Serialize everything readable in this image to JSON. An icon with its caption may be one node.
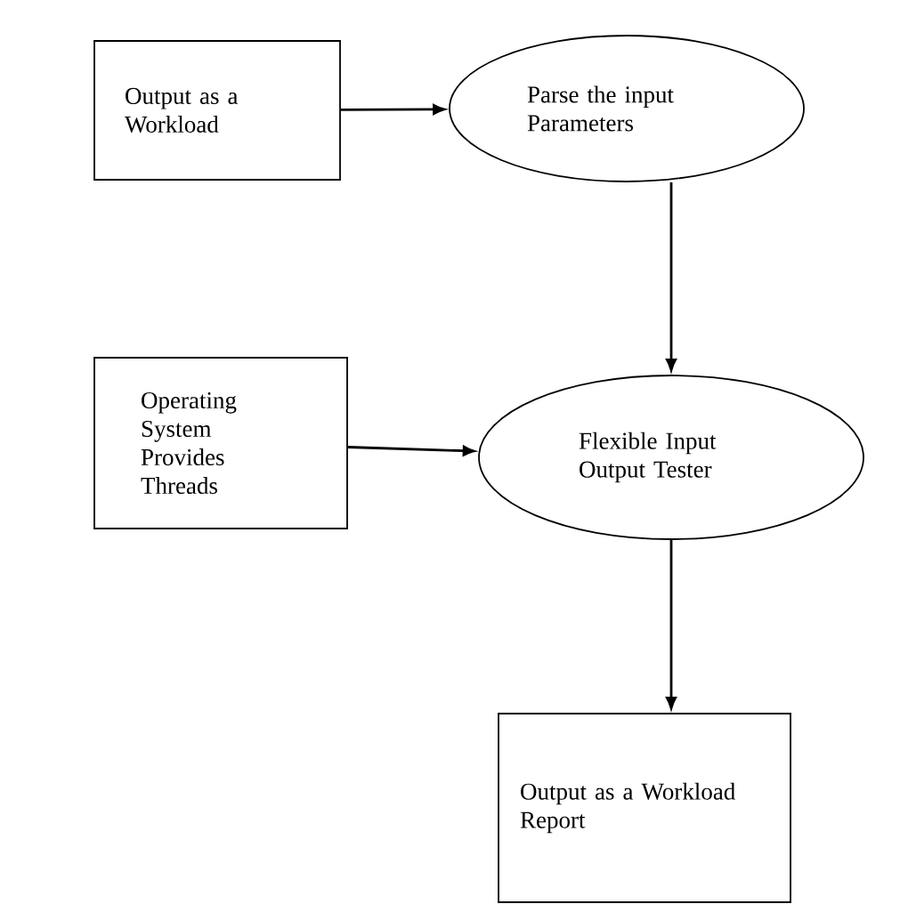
{
  "diagram": {
    "nodes": [
      {
        "text": [
          "Output as a Workload"
        ]
      },
      {
        "text": [
          "Parse the input Parameters"
        ]
      },
      {
        "text": [
          "Operating System Provides Threads"
        ]
      },
      {
        "text": [
          "Flexible Input Output Tester"
        ]
      },
      {
        "text": [
          "Output as a Workload Report"
        ]
      }
    ],
    "edges": [
      {
        "from": 0,
        "to": 1,
        "arrow": "to"
      },
      {
        "from": 1,
        "to": 3,
        "arrow": "to"
      },
      {
        "from": 2,
        "to": 3,
        "arrow": "to"
      },
      {
        "from": 3,
        "to": 4,
        "arrow": "to"
      }
    ]
  }
}
